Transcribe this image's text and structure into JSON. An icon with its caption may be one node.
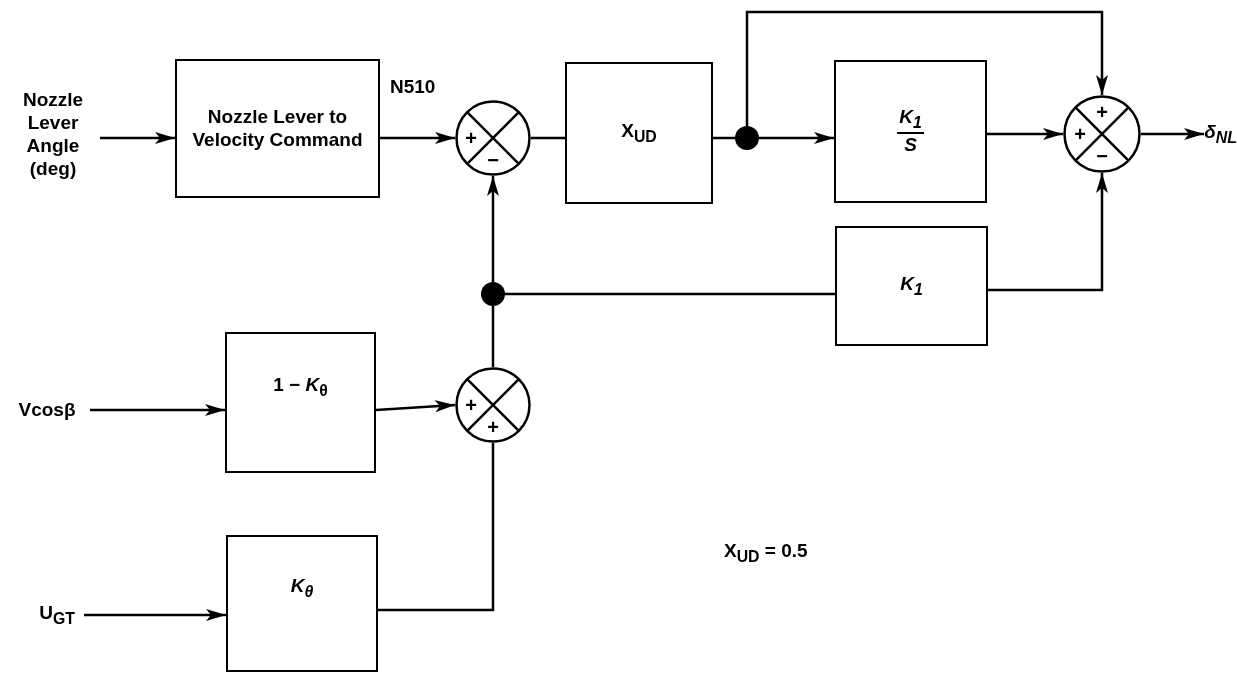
{
  "diagram": {
    "nodes": [
      {
        "text": [
          "Nozzle Lever Angle (deg)"
        ]
      },
      {
        "text": [
          "Nozzle Lever to Velocity Command"
        ]
      },
      {
        "text": [
          "+",
          "−"
        ]
      },
      {
        "text": [
          "X$_{UD}$"
        ]
      },
      {
        "text": [],
        "shape": "circle"
      },
      {
        "text": [
          "K$_{1}$",
          "S"
        ]
      },
      {
        "text": [
          "+",
          "+",
          "−"
        ]
      },
      {
        "text": [
          "δ$_{NL}$"
        ]
      },
      {
        "text": [
          "K$_{1}$"
        ]
      },
      {
        "text": [],
        "shape": "circle"
      },
      {
        "text": [
          "Vcosβ"
        ]
      },
      {
        "text": [
          "1 − *K*$_{θ}$"
        ]
      },
      {
        "text": [
          "+",
          "+"
        ]
      },
      {
        "text": [
          "U$_{GT}$"
        ]
      },
      {
        "text": [
          "K$_{θ}$"
        ]
      }
    ],
    "edges": [
      {
        "from": 0,
        "to": 1,
        "arrow": "to"
      },
      {
        "from": 1,
        "to": 2,
        "arrow": "to"
      },
      {
        "from": 2,
        "to": 3,
        "arrow": "none"
      },
      {
        "from": 3,
        "to": 4,
        "arrow": "none"
      },
      {
        "from": 4,
        "to": 5,
        "arrow": "to"
      },
      {
        "from": 4,
        "to": 6,
        "arrow": "to"
      },
      {
        "from": 5,
        "to": 6,
        "arrow": "to"
      },
      {
        "from": 6,
        "to": 7,
        "arrow": "to"
      },
      {
        "from": 9,
        "to": 2,
        "arrow": "to"
      },
      {
        "from": 9,
        "to": 8,
        "arrow": "none"
      },
      {
        "from": 8,
        "to": 6,
        "arrow": "to"
      },
      {
        "from": 10,
        "to": 11,
        "arrow": "to"
      },
      {
        "from": 11,
        "to": 12,
        "arrow": "to"
      },
      {
        "from": 14,
        "to": 12,
        "arrow": "none"
      },
      {
        "from": 12,
        "to": 9,
        "arrow": "none"
      },
      {
        "from": 13,
        "to": 14,
        "arrow": "to"
      }
    ],
    "labels": [
      "N510",
      "X$_{UD}$ = 0.5"
    ]
  }
}
